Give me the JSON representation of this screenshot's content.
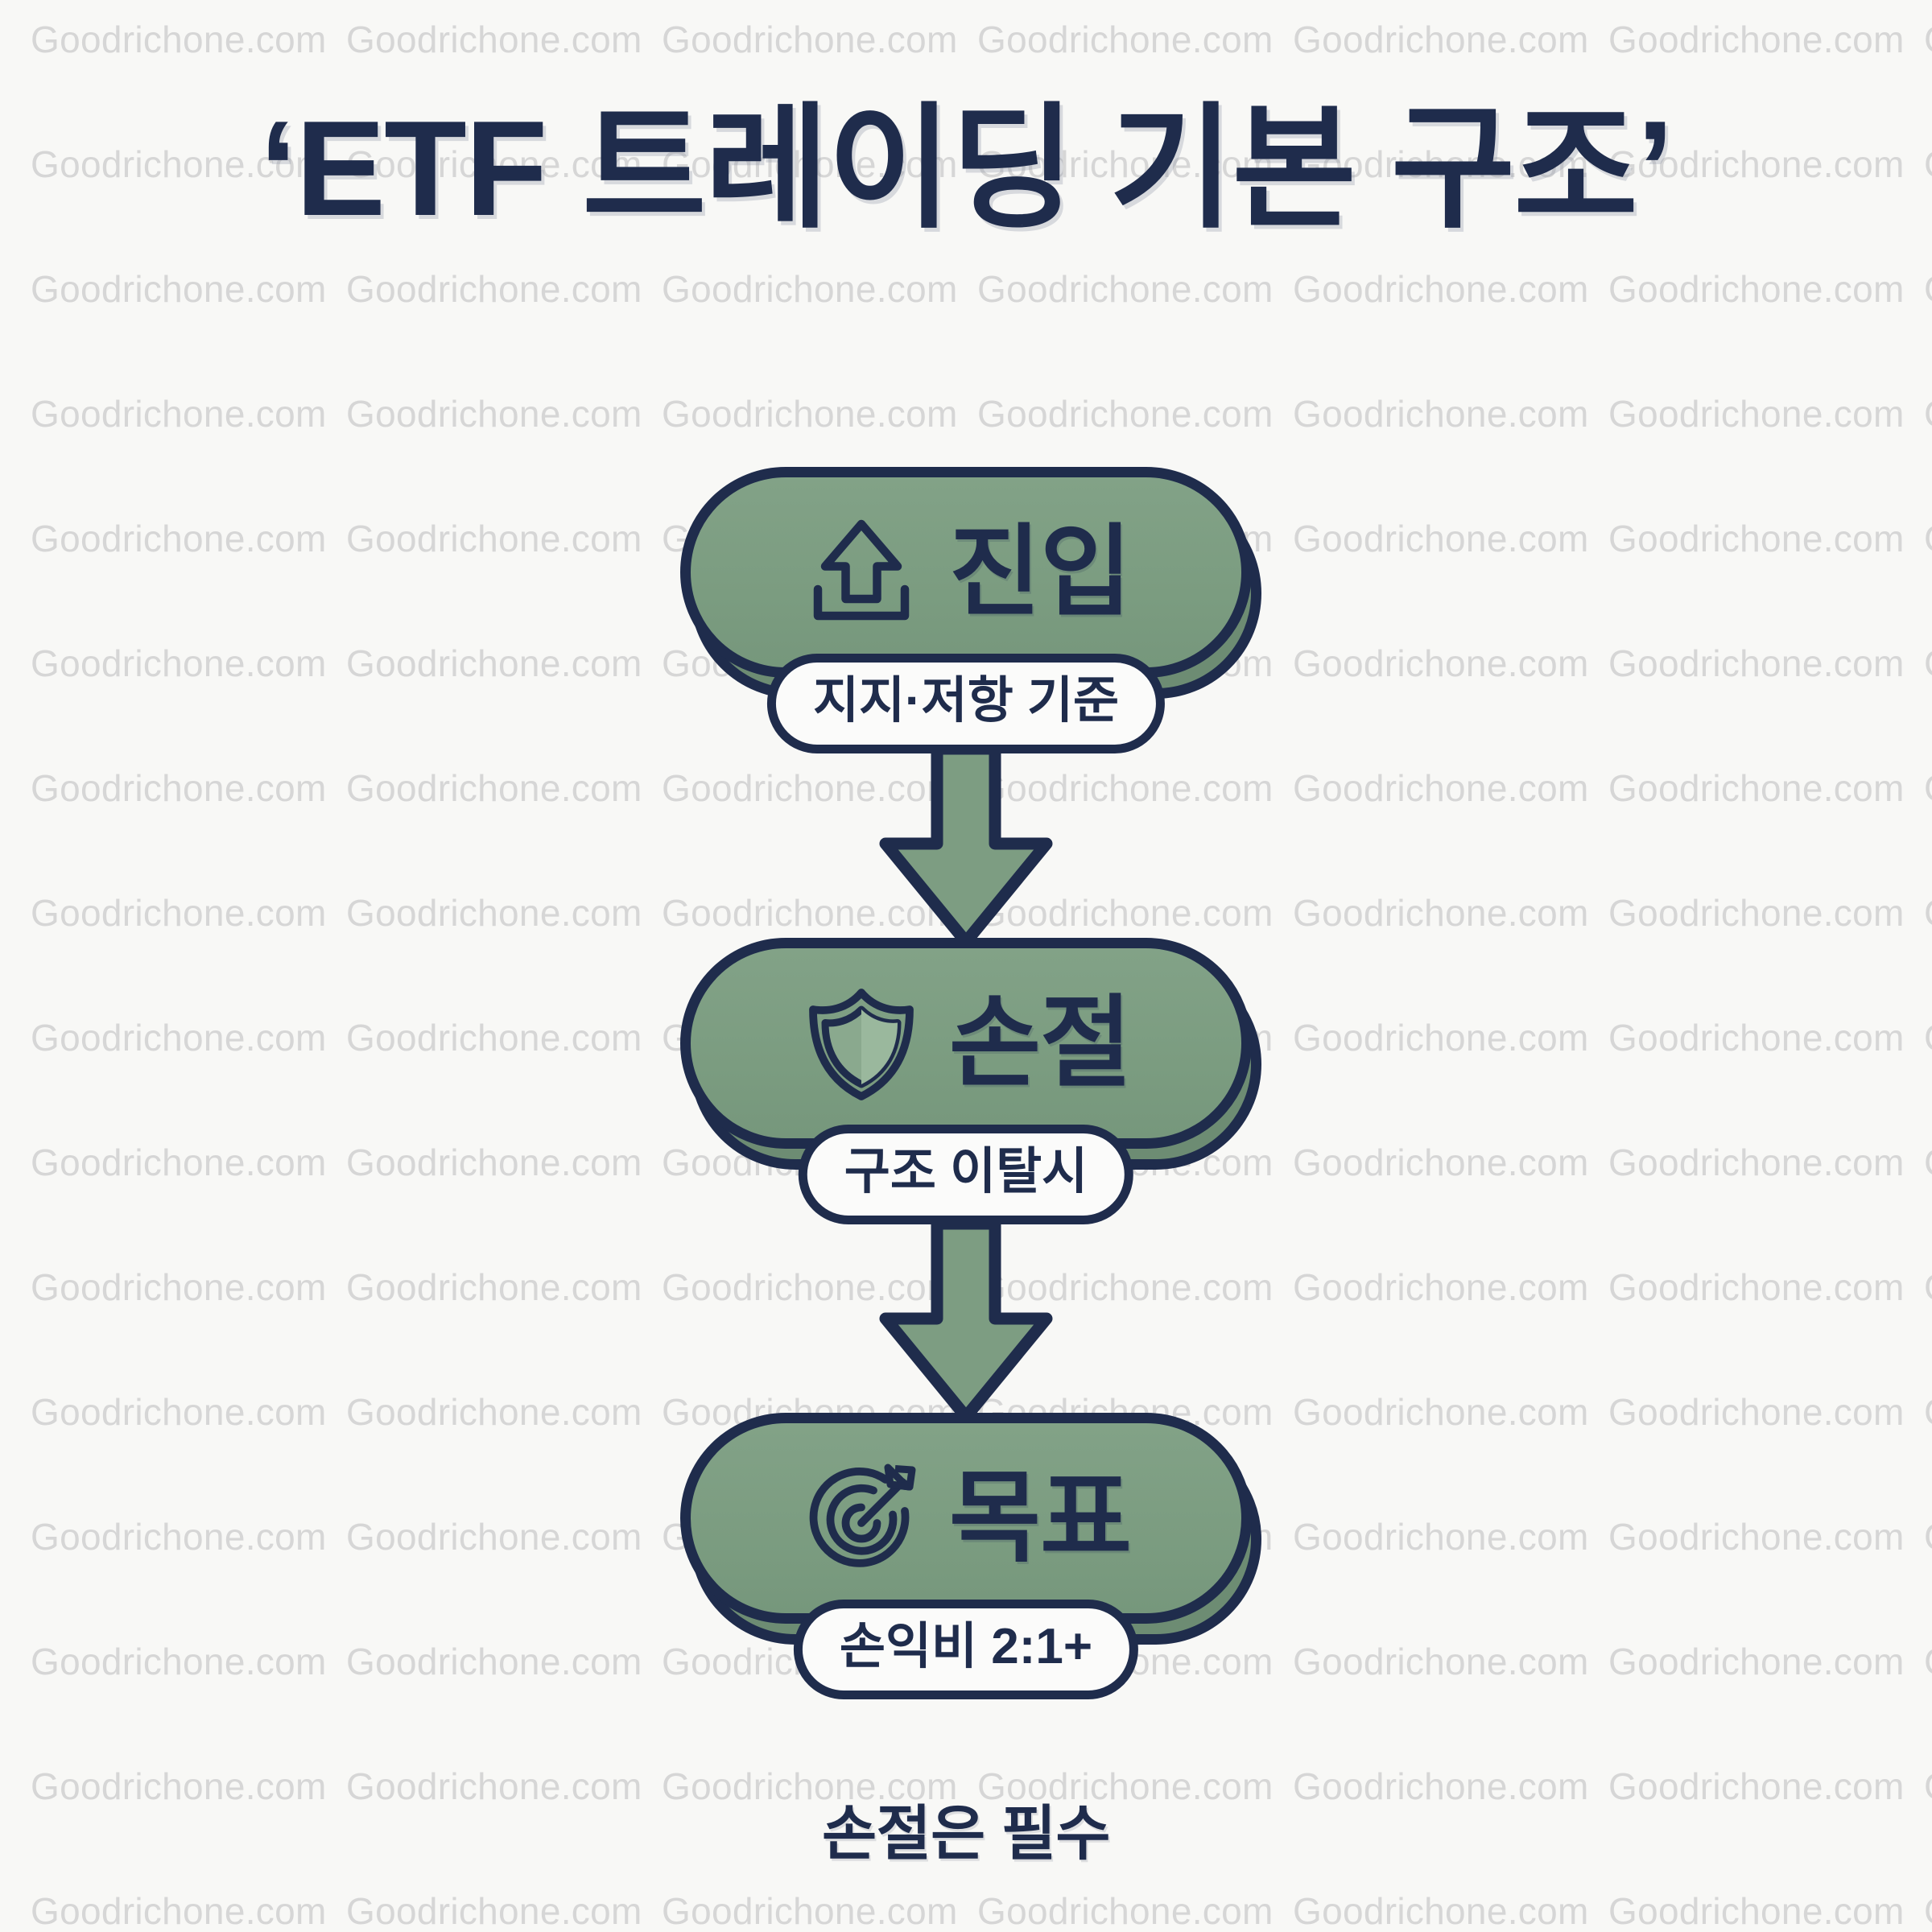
{
  "canvas": {
    "background_color": "#f8f8f6",
    "accent_green": "#7d9d82",
    "accent_navy": "#1f2c4c",
    "pill_background": "#fbfbfa"
  },
  "watermark": {
    "text": "Goodrichone.com",
    "color": "#d6d6d6"
  },
  "title": "‘ETF 트레이딩 기본 구조’",
  "flow": {
    "nodes": [
      {
        "id": "entry",
        "icon": "upload-arrow-icon",
        "label": "진입",
        "badge": "지지·저항 기준"
      },
      {
        "id": "stop-loss",
        "icon": "shield-icon",
        "label": "손절",
        "badge": "구조 이탈시"
      },
      {
        "id": "target",
        "icon": "target-bullseye-icon",
        "label": "목표",
        "badge": "손익비 2:1+"
      }
    ],
    "connectors": [
      {
        "id": "entry-to-stop-loss",
        "direction": "down"
      },
      {
        "id": "stop-loss-to-target",
        "direction": "down"
      }
    ]
  },
  "footer_note": "손절은 필수"
}
